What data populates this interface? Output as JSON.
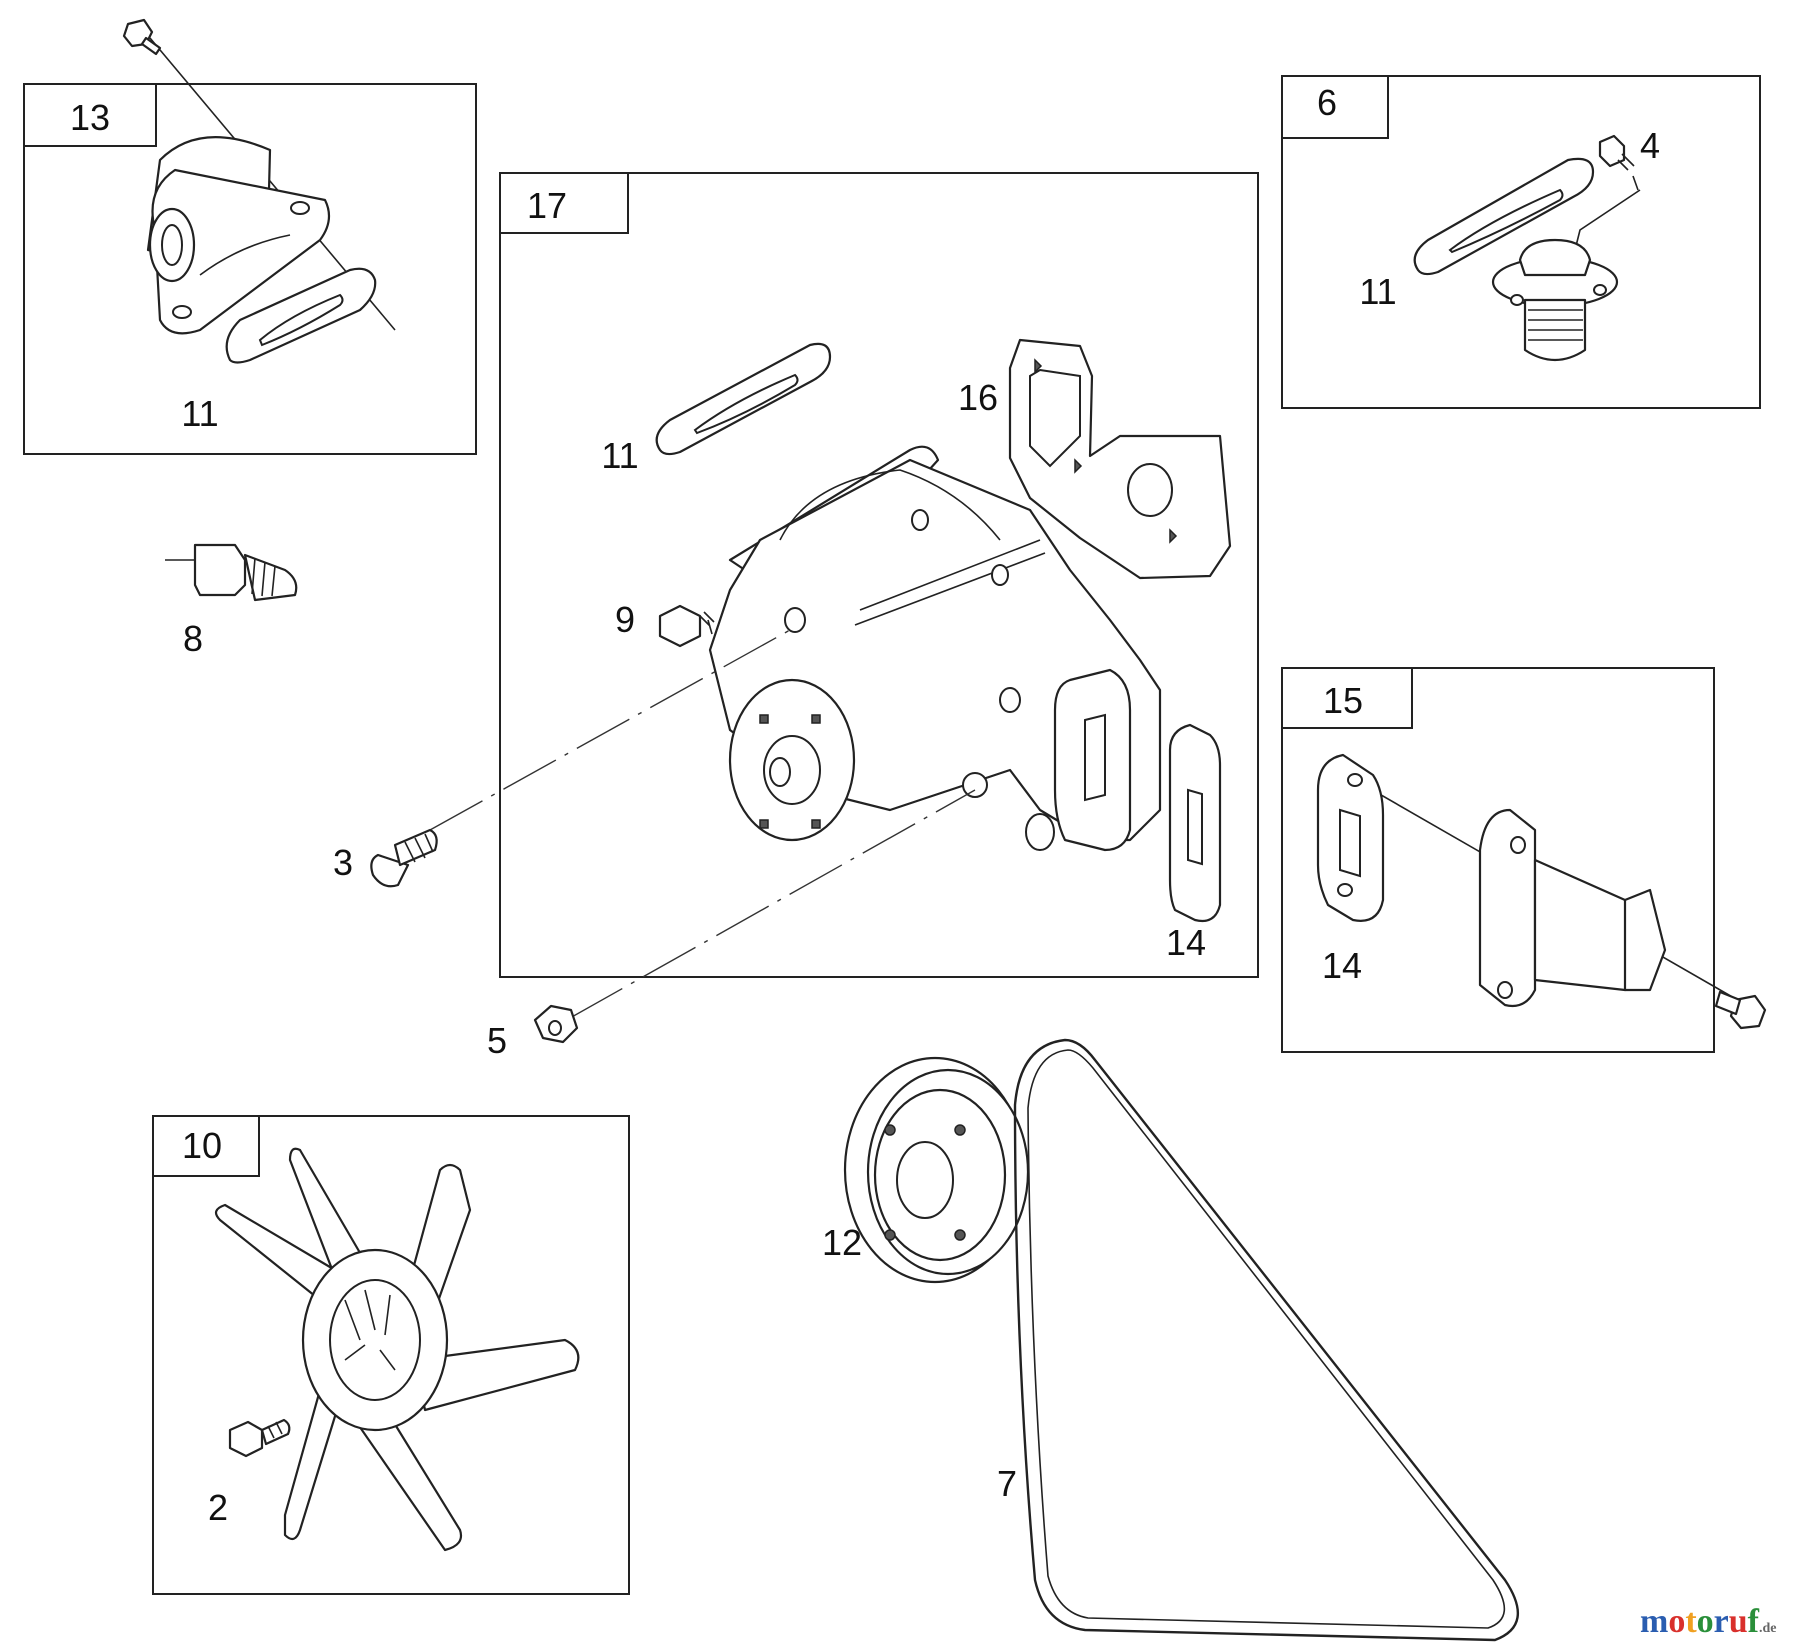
{
  "groups": {
    "g13": "13",
    "g17": "17",
    "g6": "6",
    "g15": "15",
    "g10": "10"
  },
  "callouts": {
    "c11_a": "11",
    "c11_b": "11",
    "c11_c": "11",
    "c4": "4",
    "c16": "16",
    "c8": "8",
    "c9": "9",
    "c3": "3",
    "c5": "5",
    "c14_a": "14",
    "c14_b": "14",
    "c12": "12",
    "c7": "7",
    "c2": "2"
  },
  "watermark": {
    "m": "m",
    "o1": "o",
    "t": "t",
    "o2": "o",
    "r": "r",
    "u": "u",
    "f": "f",
    "tld": ".de",
    "colors": [
      "#2a5db0",
      "#d9302c",
      "#f0a020",
      "#2a8f3a",
      "#2a5db0",
      "#d9302c",
      "#2a8f3a",
      "#666666"
    ]
  }
}
